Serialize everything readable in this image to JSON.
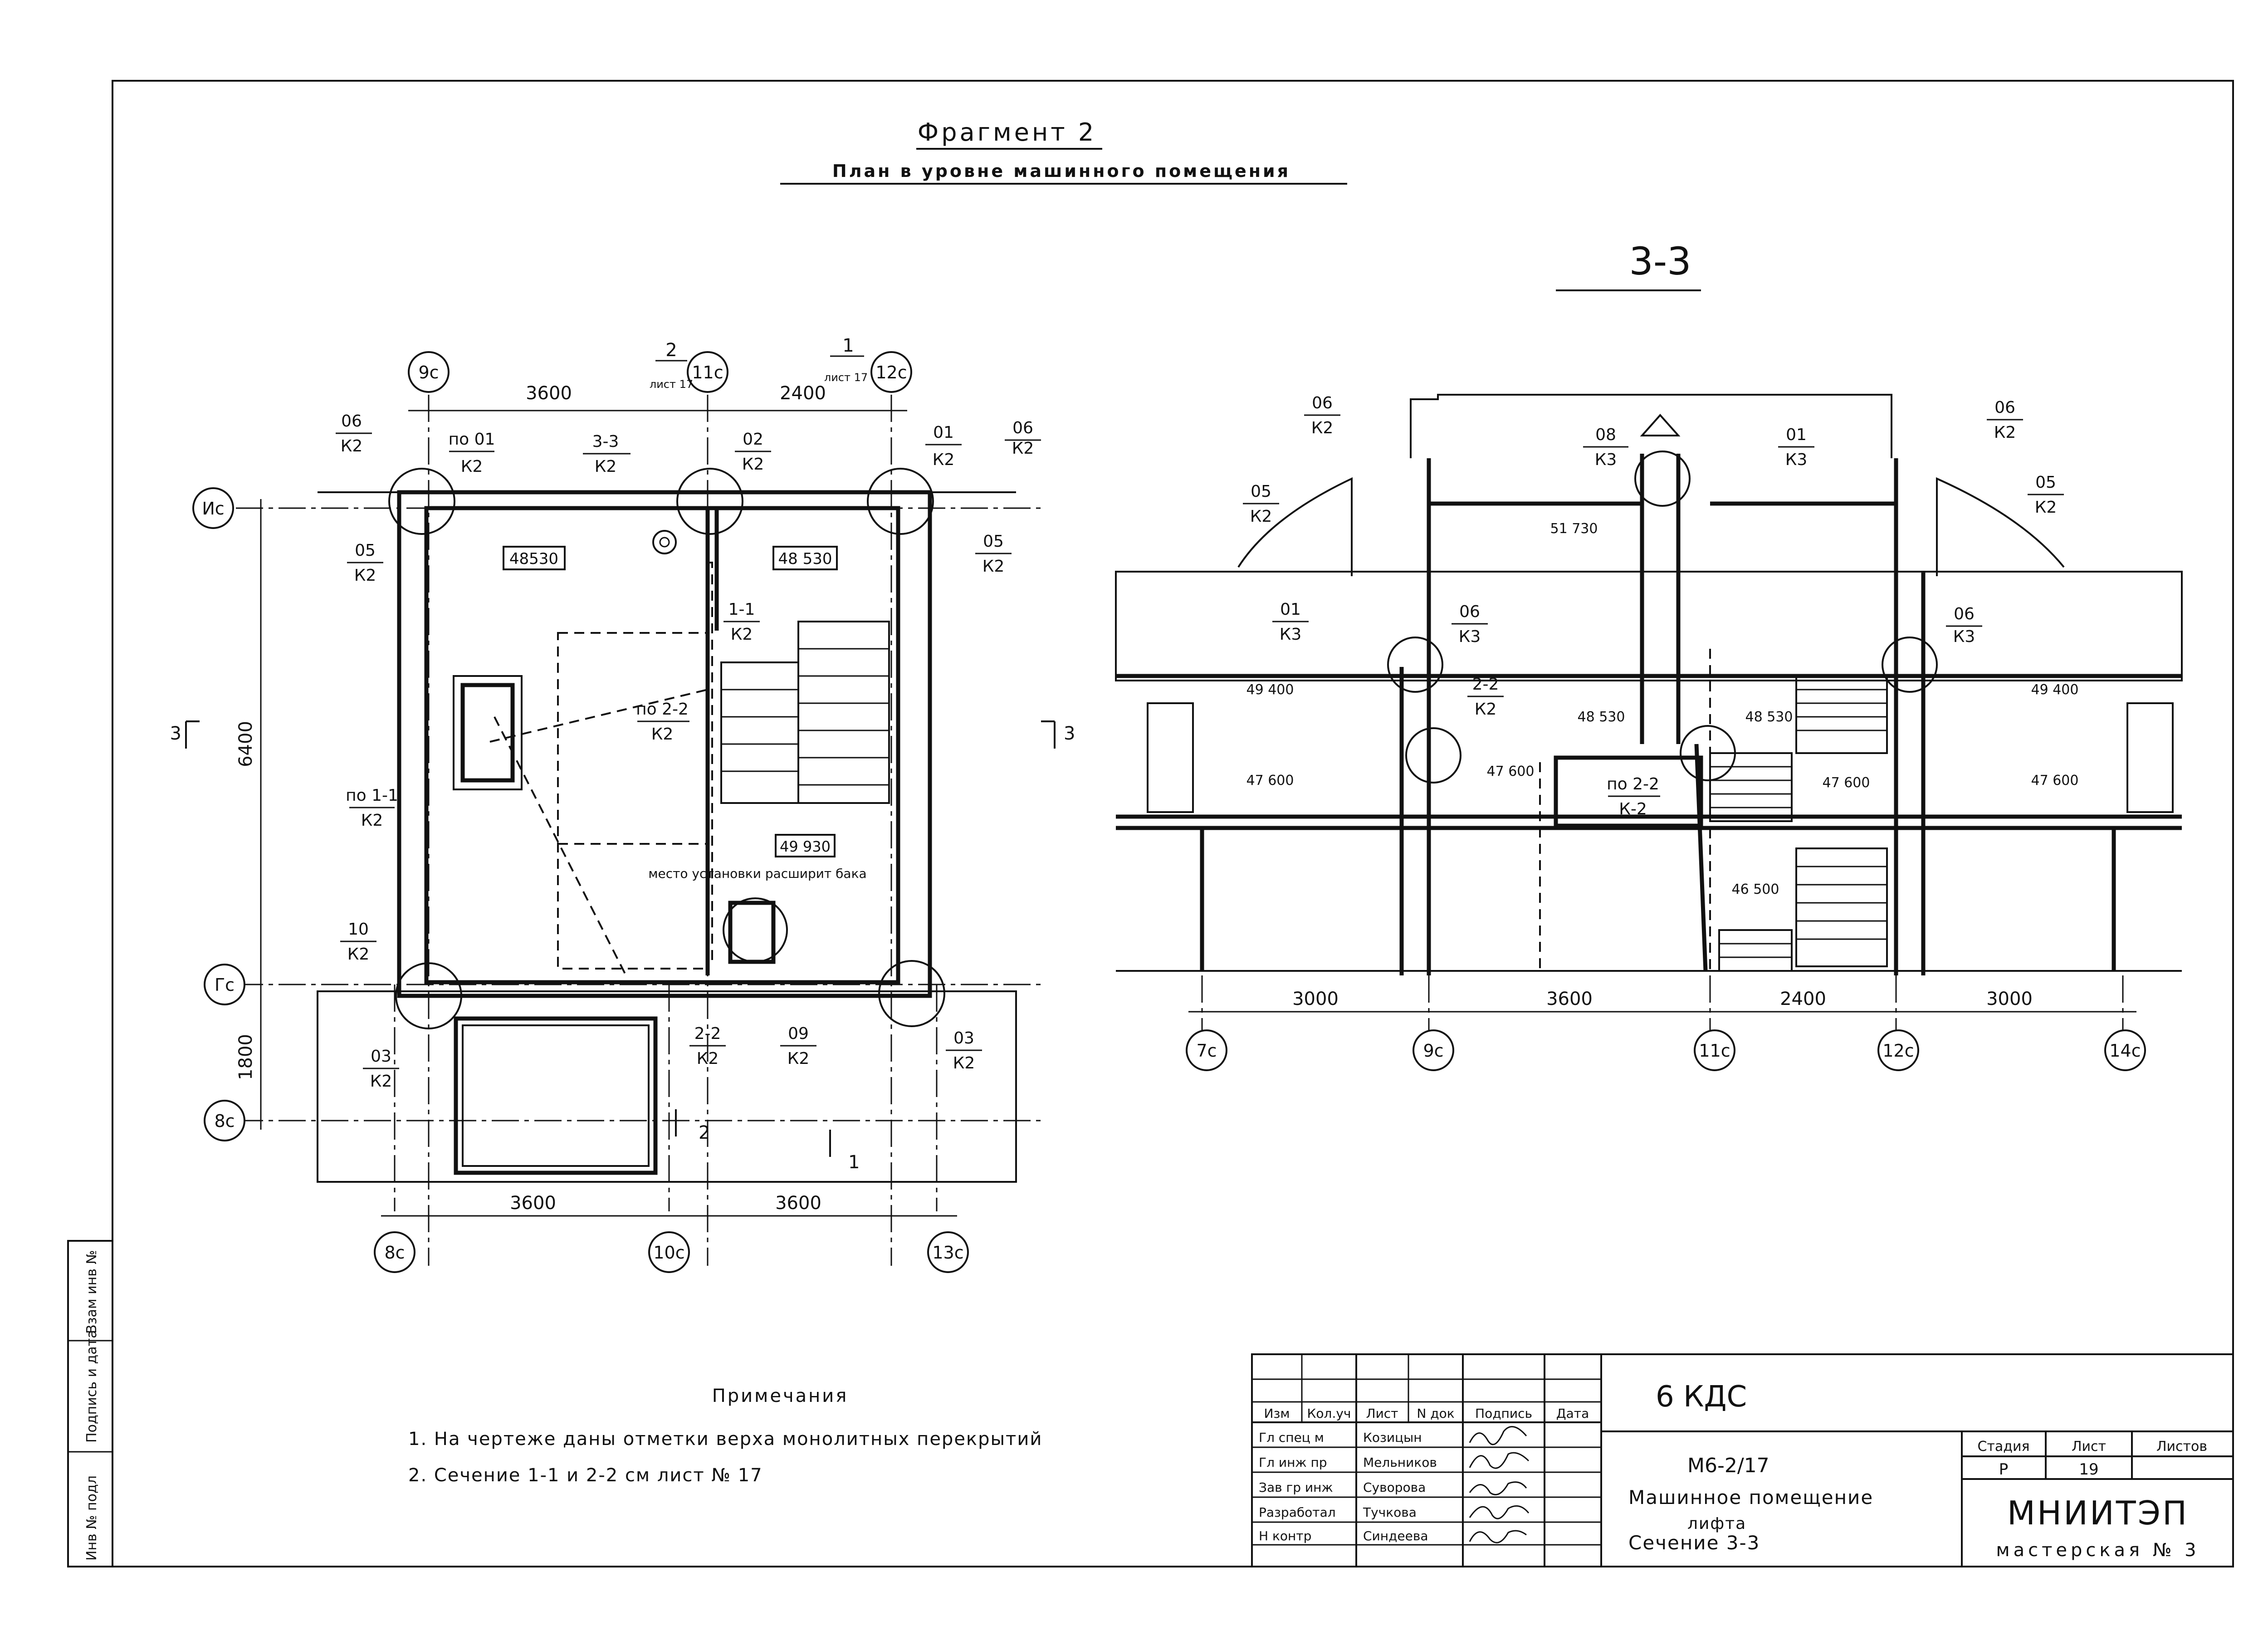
{
  "plan": {
    "title": "Фрагмент 2",
    "subtitle": "План в уровне машинного помещения",
    "axes_top": [
      "9с",
      "11с",
      "12с"
    ],
    "axes_bottom": [
      "8с",
      "10с",
      "13с"
    ],
    "axes_left": [
      "Ис",
      "Гс",
      "8с"
    ],
    "dims_top": [
      "3600",
      "2400"
    ],
    "dims_bottom": [
      "3600",
      "3600"
    ],
    "dims_left": [
      "6400",
      "1800"
    ],
    "section_marks": [
      {
        "num": "2",
        "sheet": "лист 17"
      },
      {
        "num": "1",
        "sheet": "лист 17"
      }
    ],
    "cuts": [
      "3",
      "3",
      "2",
      "1"
    ],
    "callouts": [
      {
        "top": "06",
        "bot": "К2"
      },
      {
        "top": "по 01",
        "bot": "К2"
      },
      {
        "top": "3-3",
        "bot": "К2"
      },
      {
        "top": "02",
        "bot": "К2"
      },
      {
        "top": "01",
        "bot": "К2"
      },
      {
        "top": "06",
        "bot": "К2"
      },
      {
        "top": "05",
        "bot": "К2"
      },
      {
        "top": "05",
        "bot": "К2"
      },
      {
        "top": "1-1",
        "bot": "К2"
      },
      {
        "top": "по 2-2",
        "bot": "К2"
      },
      {
        "top": "по 1-1",
        "bot": "К2"
      },
      {
        "top": "10",
        "bot": "К2"
      },
      {
        "top": "03",
        "bot": "К2"
      },
      {
        "top": "2-2",
        "bot": "К2"
      },
      {
        "top": "09",
        "bot": "К2"
      },
      {
        "top": "03",
        "bot": "К2"
      }
    ],
    "elevations": [
      "48530",
      "48 530",
      "49 930"
    ],
    "note": "место установки расширит бака"
  },
  "section": {
    "title": "3-3",
    "axes": [
      "7с",
      "9с",
      "11с",
      "12с",
      "14с"
    ],
    "dims": [
      "3000",
      "3600",
      "2400",
      "3000"
    ],
    "callouts": [
      {
        "top": "06",
        "bot": "К2"
      },
      {
        "top": "05",
        "bot": "К2"
      },
      {
        "top": "08",
        "bot": "К3"
      },
      {
        "top": "01",
        "bot": "К3"
      },
      {
        "top": "06",
        "bot": "К2"
      },
      {
        "top": "05",
        "bot": "К2"
      },
      {
        "top": "01",
        "bot": "К3"
      },
      {
        "top": "06",
        "bot": "К3"
      },
      {
        "top": "2-2",
        "bot": "К2"
      },
      {
        "top": "по 2-2",
        "bot": "К-2"
      },
      {
        "top": "06",
        "bot": "К3"
      }
    ],
    "elevations": [
      "51 730",
      "49 400",
      "48 530",
      "47 600",
      "47 600",
      "48 530",
      "47 600",
      "46 500",
      "49 400",
      "47 600"
    ]
  },
  "notes": {
    "heading": "Примечания",
    "items": [
      "1. На чертеже даны отметки верха монолитных перекрытий",
      "2. Сечение 1-1 и 2-2 см лист № 17"
    ]
  },
  "side_stamp": [
    "Инв № подл",
    "Подпись и дата",
    "Взам инв №"
  ],
  "title_block": {
    "code_top": "6 КДС",
    "doc_code": "М6-2/17",
    "doc_title_1": "Машинное помещение",
    "doc_title_2": "лифта",
    "doc_title_3": "Сечение 3-3",
    "org": "МНИИТЭП",
    "org_sub": "мастерская № 3",
    "stage_label": "Стадия",
    "sheet_label": "Лист",
    "sheets_label": "Листов",
    "stage": "Р",
    "sheet": "19",
    "header": [
      "Изм",
      "Кол.уч",
      "Лист",
      "N док",
      "Подпись",
      "Дата"
    ],
    "rows": [
      {
        "role": "Гл спец м",
        "name": "Козицын"
      },
      {
        "role": "Гл инж пр",
        "name": "Мельников"
      },
      {
        "role": "Зав гр инж",
        "name": "Суворова"
      },
      {
        "role": "Разработал",
        "name": "Тучкова"
      },
      {
        "role": "Н контр",
        "name": "Синдеева"
      }
    ]
  }
}
